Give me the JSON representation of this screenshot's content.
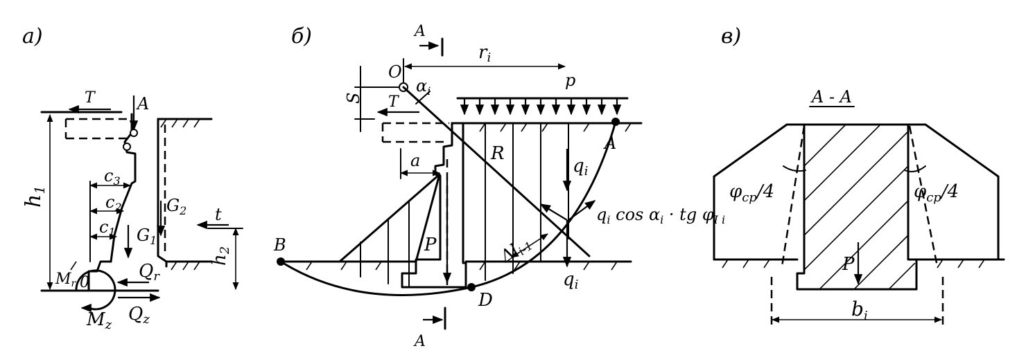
{
  "panel_a": {
    "label": "a)",
    "points": {
      "A": "A",
      "O": "0"
    },
    "forces": {
      "T": "T",
      "G1": "G",
      "G1_sub": "1",
      "G2": "G",
      "G2_sub": "2",
      "t": "t",
      "Qr": "Q",
      "Qr_sub": "r",
      "Qz": "Q",
      "Qz_sub": "z",
      "Mz": "M",
      "Mz_sub": "z",
      "Mr": "M",
      "Mr_sub": "r"
    },
    "dims": {
      "h1": "h",
      "h1_sub": "1",
      "h2": "h",
      "h2_sub": "2",
      "c1": "c",
      "c1_sub": "1",
      "c2": "c",
      "c2_sub": "2",
      "c3": "c",
      "c3_sub": "3"
    }
  },
  "panel_b": {
    "label": "б)",
    "points": {
      "O": "O",
      "A": "A",
      "B": "B",
      "D": "D"
    },
    "section": {
      "top": "A",
      "bottom": "A"
    },
    "labels": {
      "ri": "r",
      "ri_sub": "i",
      "p": "p",
      "S": "S",
      "T": "T",
      "alpha": "α",
      "alpha_sub": "i",
      "a": "a",
      "R": "R",
      "qi": "q",
      "qi_sub": "i",
      "qi2": "q",
      "qi2_sub": "i",
      "dl": "Δl",
      "dl_sub": "i-1",
      "P": "P",
      "formula": "q",
      "formula_sub": "i",
      "formula_rest": " cos α",
      "formula_sub2": "i",
      "formula_rest2": " · tg φ",
      "formula_sub3": "I i"
    }
  },
  "panel_c": {
    "label": "в)",
    "title": "A - A",
    "labels": {
      "phi_left": "φ",
      "phi_left_sub": "cp",
      "phi_left_rest": "/4",
      "phi_right": "φ",
      "phi_right_sub": "cp",
      "phi_right_rest": "/4",
      "P": "P",
      "bi": "b",
      "bi_sub": "i"
    }
  }
}
